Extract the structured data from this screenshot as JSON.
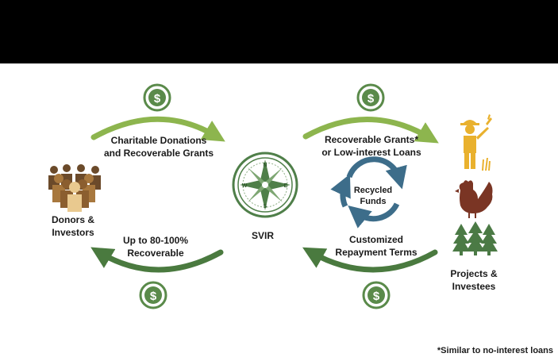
{
  "colors": {
    "light_green": "#8db54e",
    "dark_green": "#4a7a3f",
    "coin_green": "#5a8a4a",
    "blue": "#3d6d8a",
    "gold": "#e9b12e",
    "rooster": "#7a3524",
    "tree": "#4b7a45",
    "donor_brown": "#8b5e2f"
  },
  "icons": {
    "donors": "people-group-icon",
    "svir": "compass-icon",
    "farmer": "farmer-icon",
    "rooster": "rooster-icon",
    "trees": "pine-trees-icon",
    "coin": "dollar-coin-icon",
    "cycle": "recycle-arrows-icon"
  },
  "labels": {
    "top_left_line1": "Charitable Donations",
    "top_left_line2": "and  Recoverable Grants",
    "top_right_line1": "Recoverable Grants*",
    "top_right_line2": "or Low-interest Loans",
    "donors_line1": "Donors &",
    "donors_line2": "Investors",
    "svir": "SVIR",
    "bottom_left_line1": "Up to 80-100%",
    "bottom_left_line2": "Recoverable",
    "recycled_line1": "Recycled",
    "recycled_line2": "Funds",
    "bottom_right_line1": "Customized",
    "bottom_right_line2": "Repayment Terms",
    "projects_line1": "Projects &",
    "projects_line2": "Investees",
    "footnote": "*Similar to no-interest loans",
    "coin_symbol": "$",
    "compass_n": "N",
    "compass_s": "S",
    "compass_e": "E",
    "compass_w": "W"
  }
}
